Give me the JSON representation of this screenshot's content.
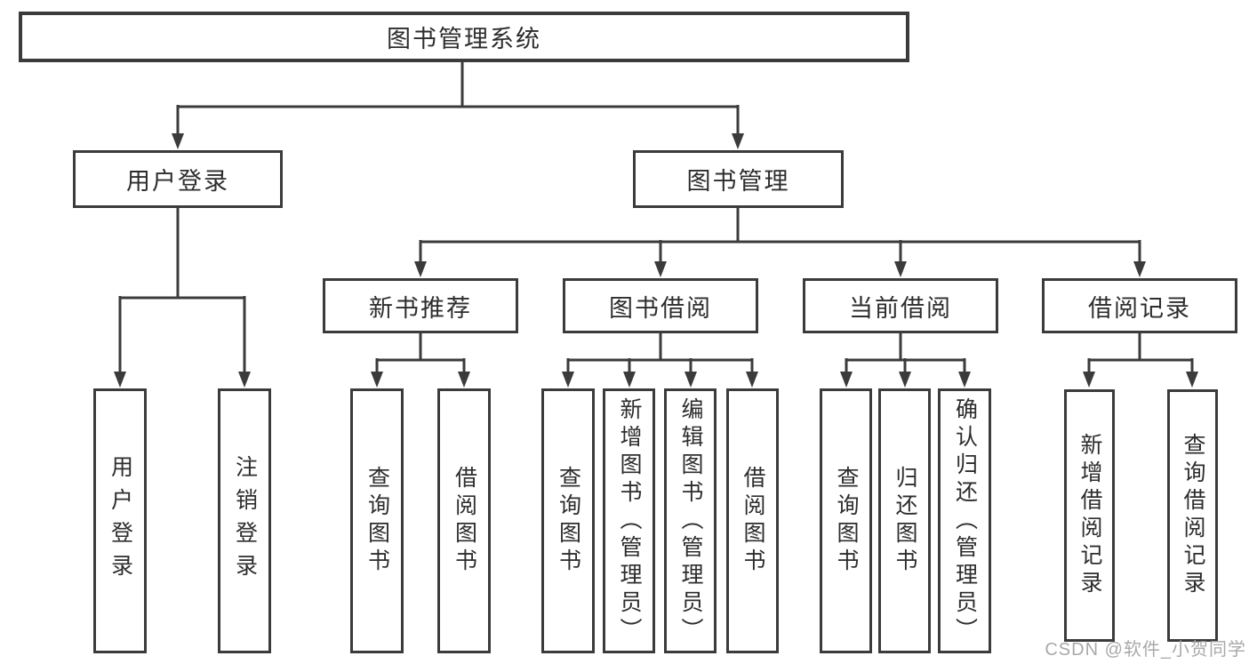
{
  "colors": {
    "line": "#3b3b3b",
    "text": "#2d2d2d",
    "watermark": "#a9a9a9",
    "background": "#ffffff"
  },
  "nodes": {
    "root": "图书管理系统",
    "user_login": {
      "label": "用户登录",
      "children": [
        "用户登录",
        "注销登录"
      ]
    },
    "book_mgmt": {
      "label": "图书管理",
      "sections": [
        {
          "label": "新书推荐",
          "children": [
            "查询图书",
            "借阅图书"
          ]
        },
        {
          "label": "图书借阅",
          "children": [
            "查询图书",
            "新增图书（管理员）",
            "编辑图书（管理员）",
            "借阅图书"
          ]
        },
        {
          "label": "当前借阅",
          "children": [
            "查询图书",
            "归还图书",
            "确认归还（管理员）"
          ]
        },
        {
          "label": "借阅记录",
          "children": [
            "新增借阅记录",
            "查询借阅记录"
          ]
        }
      ]
    }
  },
  "watermark": "CSDN @软件_小贺同学"
}
